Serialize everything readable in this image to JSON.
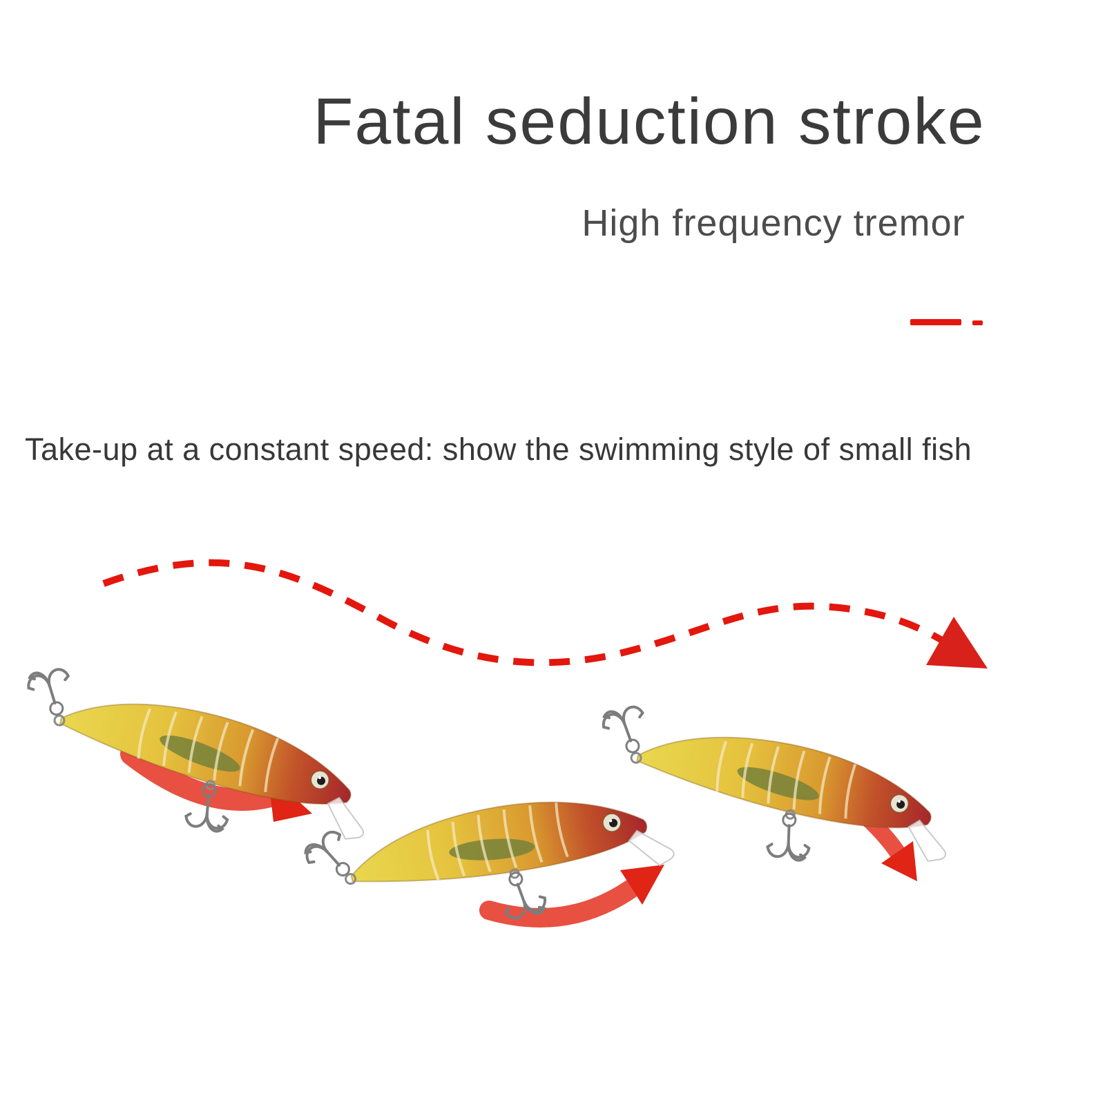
{
  "header": {
    "title": "Fatal seduction stroke",
    "subtitle": "High frequency tremor"
  },
  "caption": {
    "text": "Take-up at a constant speed: show the swimming style of small fish"
  },
  "colors": {
    "page_bg": "#ffffff",
    "accent_red": "#e3170d",
    "title_text": "#3b3b3b",
    "subtitle_text": "#4c4c4c",
    "caption_text": "#383838",
    "lure_tail_yellow": "#e9d84f",
    "lure_mid_orange": "#d99a2f",
    "lure_head_red": "#a5262b",
    "hook_gray": "#808080"
  },
  "illustration": {
    "lure_count": 3,
    "swim_path_style": "dashed",
    "swoosh_arrow_count": 3
  }
}
